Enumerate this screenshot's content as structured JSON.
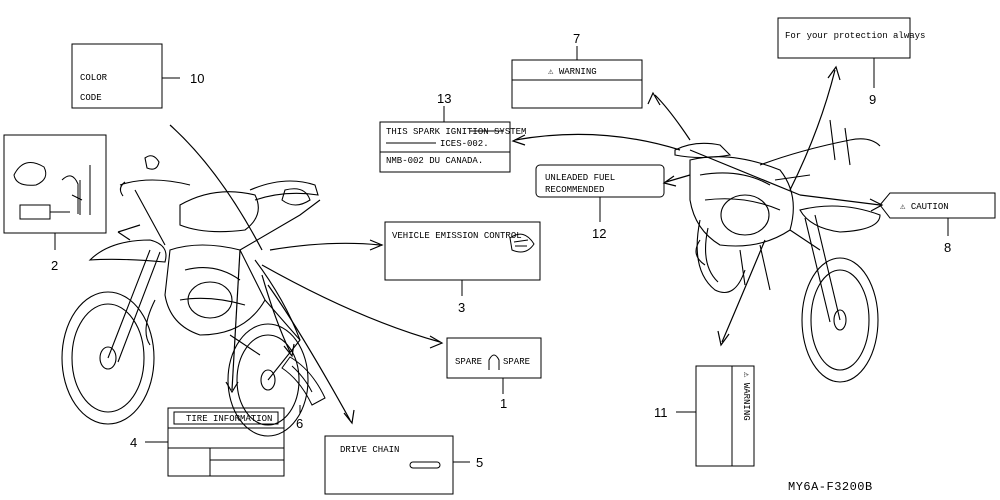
{
  "labels": {
    "color_code": {
      "line1": "COLOR",
      "line2": "CODE"
    },
    "warning_top": "⚠ WARNING",
    "protection": "For your protection always",
    "spark_ignition": {
      "line1": "THIS SPARK IGNITION SYSTEM",
      "line2": "ICES-002.",
      "line3": "NMB-002 DU CANADA."
    },
    "unleaded": {
      "line1": "UNLEADED FUEL",
      "line2": "RECOMMENDED"
    },
    "caution": "⚠ CAUTION",
    "vehicle_emission": "VEHICLE EMISSION CONTROL",
    "spare": {
      "left": "SPARE",
      "right": "SPARE"
    },
    "tire_information": "TIRE INFORMATION",
    "drive_chain": "DRIVE CHAIN",
    "warning_vertical": "⚠ WARNING"
  },
  "callouts": [
    "1",
    "2",
    "3",
    "4",
    "5",
    "6",
    "7",
    "8",
    "9",
    "10",
    "11",
    "12",
    "13"
  ],
  "diagram_code": "MY6A-F3200B"
}
